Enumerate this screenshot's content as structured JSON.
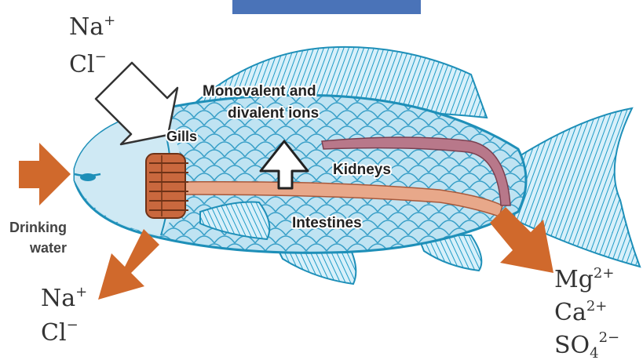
{
  "colors": {
    "background": "#ffffff",
    "title_bar": "#4a73b8",
    "fish_body": "#bfe3f2",
    "fish_outline": "#1e8fb8",
    "fins": "#1f9bc6",
    "gills": "#c9683e",
    "intestines": "#e8a88a",
    "kidneys": "#b8788a",
    "arrows_out": "#d0692c",
    "arrow_in": "#ffffff"
  },
  "labels": {
    "intake_ion_1": "Na",
    "intake_ion_1_charge": "+",
    "intake_ion_2": "Cl",
    "intake_ion_2_charge": "−",
    "gills": "Gills",
    "monovalent_line1": "Monovalent and",
    "monovalent_line2": "divalent ions",
    "kidneys": "Kidneys",
    "intestines": "Intestines",
    "drinking_line1": "Drinking",
    "drinking_line2": "water",
    "out_ion_1": "Na",
    "out_ion_1_charge": "+",
    "out_ion_2": "Cl",
    "out_ion_2_charge": "−",
    "mg": "Mg",
    "mg_charge": "2+",
    "ca": "Ca",
    "ca_charge": "2+",
    "so": "SO",
    "so_sub": "4",
    "so_charge": "2−"
  },
  "icons": [
    "intake-arrow-icon",
    "drinking-arrow-icon",
    "gill-excretion-arrow-icon",
    "kidney-excretion-arrow-icon",
    "ion-transport-arrow-icon"
  ]
}
